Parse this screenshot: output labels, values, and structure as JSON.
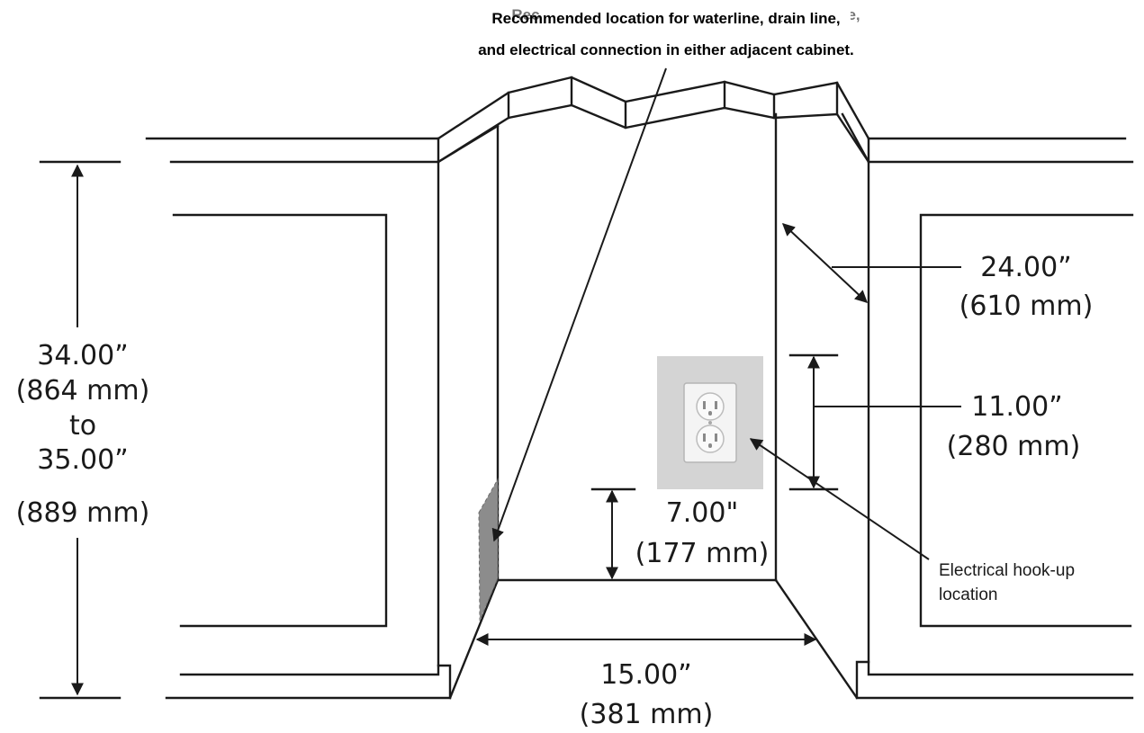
{
  "header": {
    "ghost_text": "Recommended location for waterline, drain line,",
    "title_line1": "Recommended location for waterline, drain line,",
    "title_line2": "and electrical connection in either adjacent cabinet."
  },
  "dimensions": {
    "height": {
      "line1": "34.00”",
      "line2": "(864 mm)",
      "line3": "to",
      "line4": "35.00”",
      "line5": "(889 mm)"
    },
    "depth": {
      "imperial": "24.00”",
      "metric": "(610 mm)"
    },
    "outlet_height": {
      "imperial": "11.00”",
      "metric": "(280 mm)"
    },
    "floor_clearance": {
      "imperial": "7.00\"",
      "metric": "(177 mm)"
    },
    "width": {
      "imperial": "15.00”",
      "metric": "(381 mm)"
    }
  },
  "labels": {
    "electrical_line1": "Electrical hook-up",
    "electrical_line2": "location"
  },
  "colors": {
    "line": "#1a1a1a",
    "shaded_area": "#8c8c8c",
    "outlet_background": "#d4d4d4",
    "outlet_plate": "#f4f4f4"
  },
  "icons": {
    "outlet": "electrical-outlet-icon"
  }
}
